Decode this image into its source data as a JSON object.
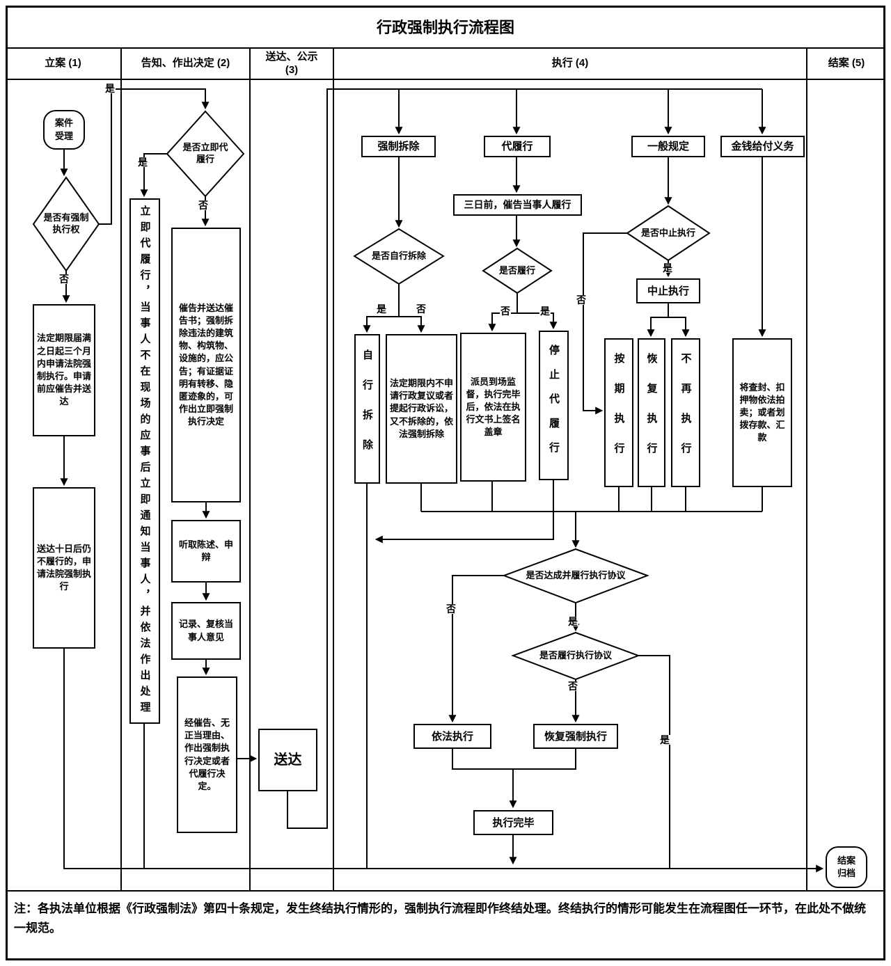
{
  "title": "行政强制执行流程图",
  "lanes": {
    "lane1": "立案 (1)",
    "lane2": "告知、作出决定 (2)",
    "lane3": "送达、公示",
    "lane3b": "(3)",
    "lane4": "执行 (4)",
    "lane5": "结案 (5)"
  },
  "yn": {
    "yes": "是",
    "no": "否"
  },
  "nodes": {
    "case_accept": "案件受理",
    "has_power_q": "是否有强制执行权",
    "apply_court": "法定期限届满之日起三个月内申请法院强制执行。申请前应催告并送达",
    "apply_court2": "送达十日后仍不履行的，申请法院强制执行",
    "immediate_q": "是否立即代履行",
    "immediate_box": "立即代履行，当事人不在现场的应事后立即通知当事人，并依法作出处理",
    "cuigao": "催告并送达催告书；强制拆除违法的建筑物、构筑物、设施的，应公告；有证据证明有转移、隐匿迹象的，可作出立即强制执行决定",
    "tingqu": "听取陈述、申辩",
    "jilu": "记录、复核当事人意见",
    "jueding": "经催告、无正当理由、作出强制执行决定或者代履行决定。",
    "songda": "送达",
    "qiangzhi_chaichu": "强制拆除",
    "dai_lvxing": "代履行",
    "yiban_guiding": "一般规定",
    "jinqian": "金钱给付义务",
    "zixing_q": "是否自行拆除",
    "zixing_chaichu": "自行拆除",
    "fading": "法定期限内不申请行政复议或者提起行政诉讼，又不拆除的，依法强制拆除",
    "sanri": "三日前，催告当事人履行",
    "lvxing_q": "是否履行",
    "paiyuan": "派员到场监督，执行完毕后，依法在执行文书上签名盖章",
    "tingzhi": "停止代履行",
    "zhongzhi_q": "是否中止执行",
    "zhongzhi": "中止执行",
    "anqi": "按期执行",
    "huifu": "恢复执行",
    "buzai": "不再执行",
    "paimai": "将查封、扣押物依法拍卖；或者划拨存款、汇款",
    "dacheng_q": "是否达成并履行执行协议",
    "xieyi_q": "是否履行执行协议",
    "yifa_zhixing": "依法执行",
    "huifu_qiangzhi": "恢复强制执行",
    "zhixing_wanbi": "执行完毕",
    "jiean": "结案归档"
  },
  "note": "注：各执法单位根据《行政强制法》第四十条规定，发生终结执行情形的，强制执行流程即作终结处理。终结执行的情形可能发生在流程图任一环节，在此处不做统一规范。"
}
